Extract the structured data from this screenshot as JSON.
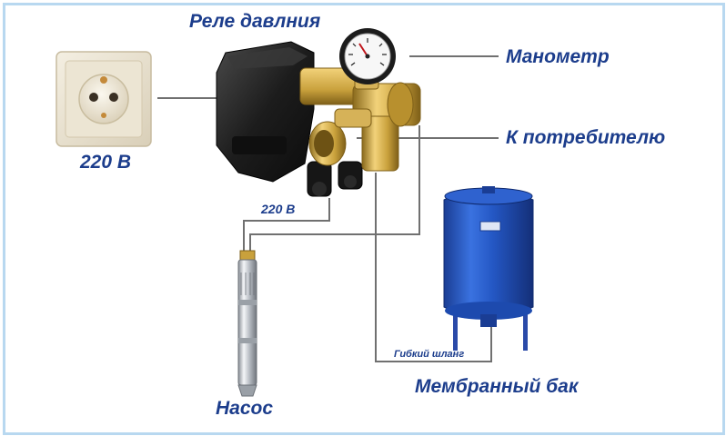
{
  "labels": {
    "relay": "Реле давлния",
    "manometer": "Манометр",
    "consumer": "К потребителю",
    "socket_voltage": "220 В",
    "relay_voltage": "220 В",
    "hose": "Гибкий шланг",
    "tank": "Мембранный бак",
    "pump": "Насос"
  },
  "colors": {
    "label_text": "#1c3d8c",
    "wire": "#707070",
    "tank_blue": "#2457c4",
    "brass": "#c9a13c",
    "frame": "#b8d8f0"
  }
}
